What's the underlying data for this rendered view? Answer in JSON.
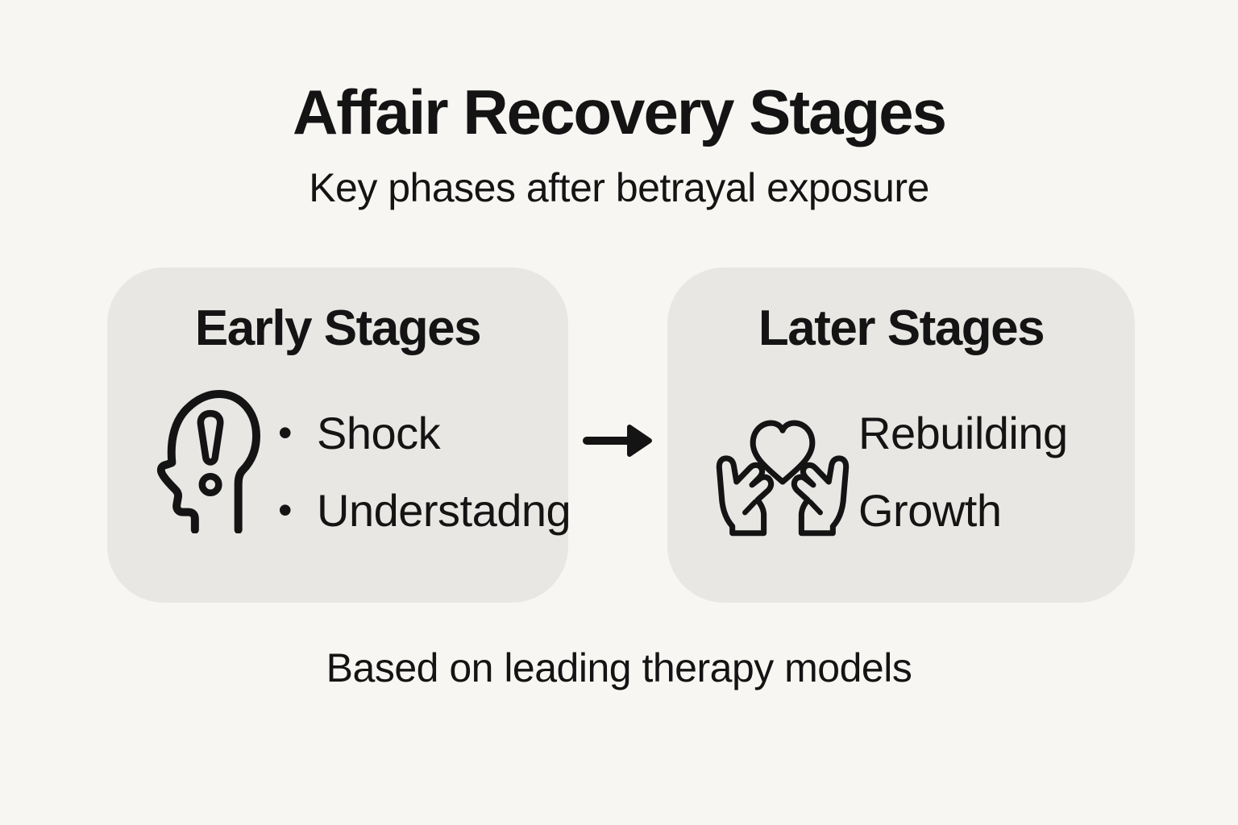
{
  "header": {
    "title": "Affair Recovery Stages",
    "subtitle": "Key phases after betrayal exposure"
  },
  "cards": [
    {
      "title": "Early Stages",
      "icon": "head-with-exclamation-icon",
      "bulleted": true,
      "items": [
        "Shock",
        "Understadng"
      ]
    },
    {
      "title": "Later Stages",
      "icon": "hands-holding-heart-icon",
      "bulleted": false,
      "items": [
        "Rebuilding",
        "Growth"
      ]
    }
  ],
  "bullet_char": "•",
  "connector": {
    "icon": "arrow-right-icon",
    "direction": "right"
  },
  "footer": {
    "note": "Based on leading therapy models"
  },
  "colors": {
    "background": "#f8f6f3",
    "card": "#e9e7e4",
    "text": "#141414"
  }
}
